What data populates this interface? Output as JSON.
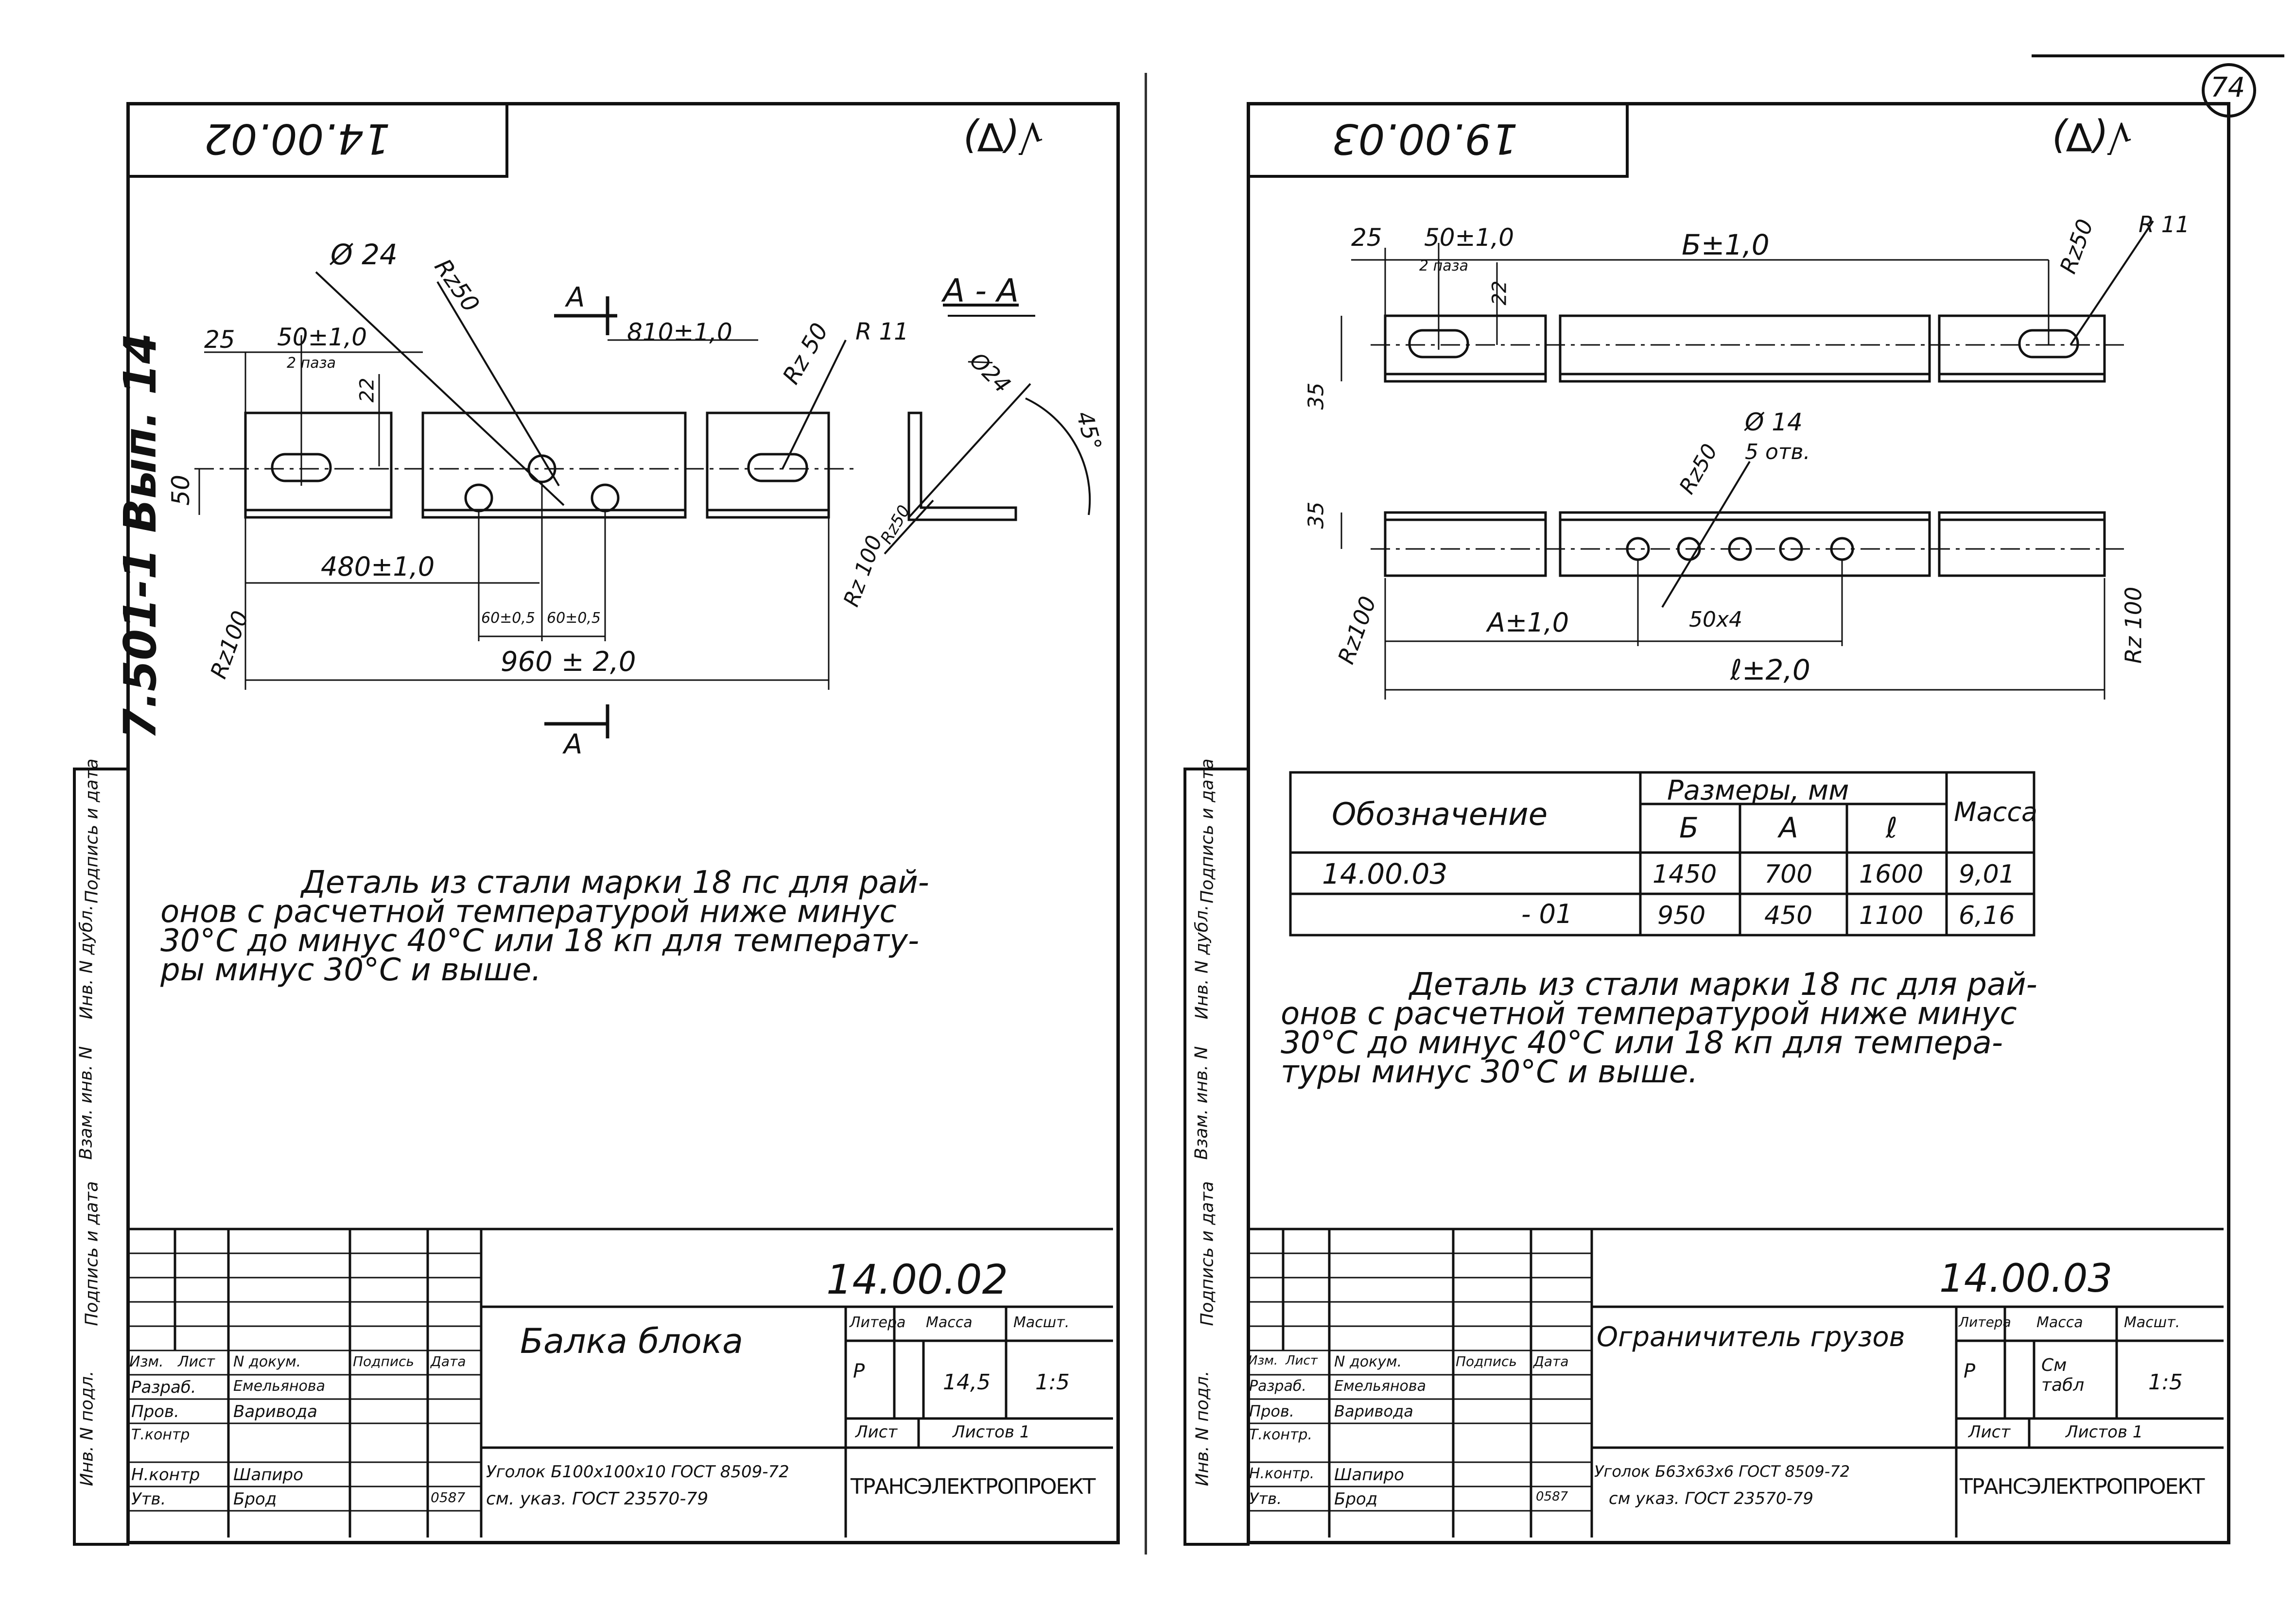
{
  "page_number": "74",
  "side_stamp": {
    "album": "7.501-1 Вып. 14",
    "labels": [
      "Инв. N подл.",
      "Подпись и дата",
      "Взам. инв. N",
      "Инв. N дубл.",
      "Подпись и дата"
    ]
  },
  "left_sheet": {
    "top_code": "14.00.02",
    "roughness": "√(∇)",
    "section_title": "А - А",
    "section_mark": "А",
    "dims": {
      "d24": "Ø 24",
      "rz50_top": "Rz50",
      "d810": "810±1,0",
      "d25": "25",
      "d50": "50±1,0",
      "slots": "2 паза",
      "d22": "22",
      "rz50_right": "Rz 50",
      "r11": "R 11",
      "d50_height": "50",
      "d480": "480±1,0",
      "d60a": "60±0,5",
      "d60b": "60±0,5",
      "rz100_left": "Rz100",
      "d960": "960 ± 2,0",
      "sec_d24": "Ø24",
      "sec_45": "45°",
      "sec_rz100": "Rz 100",
      "sec_rz50": "Rz50"
    },
    "note": [
      "Деталь из стали марки 18 пс для рай-",
      "онов с расчетной температурой ниже минус",
      "30°С до минус 40°С или 18 кп для температу-",
      "ры минус 30°С и выше."
    ],
    "title_block": {
      "doc_code": "14.00.02",
      "title": "Балка блока",
      "headers": [
        "Изм.",
        "Лист",
        "N докум.",
        "Подпись",
        "Дата"
      ],
      "roles": [
        {
          "role": "Разраб.",
          "name": "Емельянова"
        },
        {
          "role": "Пров.",
          "name": "Варивода"
        },
        {
          "role": "Т.контр",
          "name": ""
        },
        {
          "role": "",
          "name": ""
        },
        {
          "role": "Н.контр",
          "name": "Шапиро"
        },
        {
          "role": "Утв.",
          "name": "Брод"
        }
      ],
      "date_last": "0587",
      "litera_label": "Литера",
      "mass_label": "Масса",
      "scale_label": "Масшт.",
      "litera": "Р",
      "mass": "14,5",
      "scale": "1:5",
      "sheet_label": "Лист",
      "sheets_label": "Листов 1",
      "material_1": "Уголок Б100х100х10 ГОСТ 8509-72",
      "material_2": "см. указ. ГОСТ 23570-79",
      "organization": "ТРАНСЭЛЕКТРОПРОЕКТ"
    }
  },
  "right_sheet": {
    "top_code": "19.00.03",
    "roughness": "√(∇)",
    "dims": {
      "d25": "25",
      "d50": "50±1,0",
      "slots": "2 паза",
      "d22": "22",
      "b": "Б±1,0",
      "rz50_top": "Rz50",
      "r11": "R 11",
      "d35a": "35",
      "d35b": "35",
      "rz50_mid": "Rz50",
      "d14": "Ø 14",
      "holes": "5 отв.",
      "rz100_left": "Rz100",
      "a": "А±1,0",
      "pitch": "50х4",
      "l": "ℓ±2,0",
      "rz100_right": "Rz 100"
    },
    "table": {
      "col_designation": "Обозначение",
      "group_header": "Размеры, мм",
      "col_b": "Б",
      "col_a": "А",
      "col_l": "ℓ",
      "col_mass": "Масса",
      "rows": [
        {
          "designation": "14.00.03",
          "b": "1450",
          "a": "700",
          "l": "1600",
          "mass": "9,01"
        },
        {
          "designation": "- 01",
          "b": "950",
          "a": "450",
          "l": "1100",
          "mass": "6,16"
        }
      ]
    },
    "note": [
      "Деталь из стали марки 18 пс для рай-",
      "онов с расчетной температурой ниже минус",
      "30°С до минус 40°С или 18 кп для темпера-",
      "туры минус 30°С и выше."
    ],
    "title_block": {
      "doc_code": "14.00.03",
      "title": "Ограничитель грузов",
      "headers": [
        "Изм.",
        "Лист",
        "N докум.",
        "Подпись",
        "Дата"
      ],
      "roles": [
        {
          "role": "Разраб.",
          "name": "Емельянова"
        },
        {
          "role": "Пров.",
          "name": "Варивода"
        },
        {
          "role": "Т.контр.",
          "name": ""
        },
        {
          "role": "",
          "name": ""
        },
        {
          "role": "Н.контр.",
          "name": "Шапиро"
        },
        {
          "role": "Утв.",
          "name": "Брод"
        }
      ],
      "date_last": "0587",
      "litera_label": "Литера",
      "mass_label": "Масса",
      "scale_label": "Масшт.",
      "litera": "Р",
      "mass": "См табл",
      "scale": "1:5",
      "sheet_label": "Лист",
      "sheets_label": "Листов 1",
      "material_1": "Уголок Б63х63х6 ГОСТ 8509-72",
      "material_2": "см указ. ГОСТ 23570-79",
      "organization": "ТРАНСЭЛЕКТРОПРОЕКТ"
    }
  }
}
